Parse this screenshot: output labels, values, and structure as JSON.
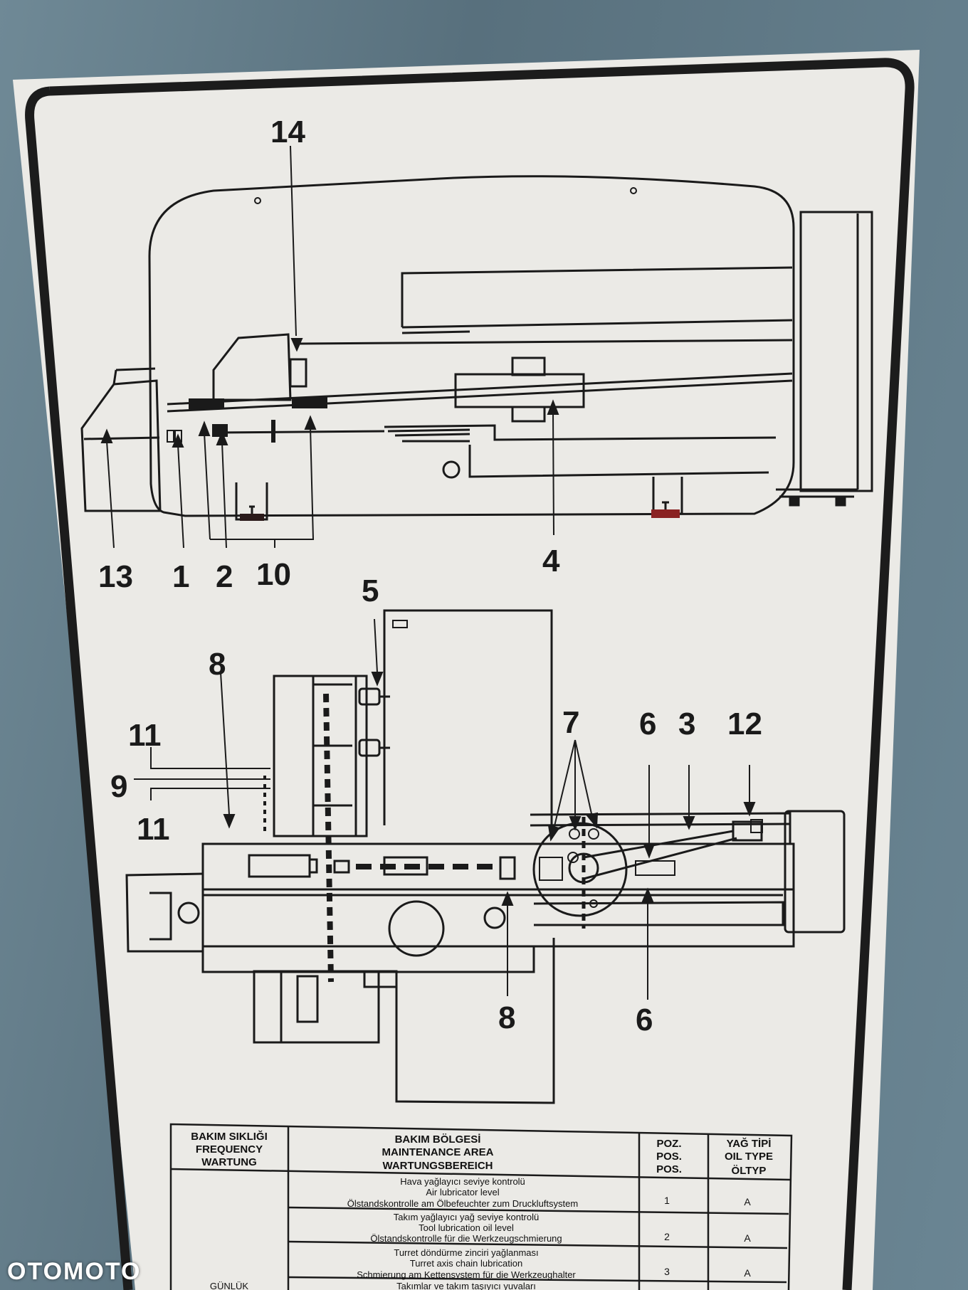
{
  "callouts": {
    "top": {
      "c14": "14",
      "c13": "13",
      "c1": "1",
      "c2": "2",
      "c10": "10",
      "c4": "4"
    },
    "bottom": {
      "c5": "5",
      "c8a": "8",
      "c11a": "11",
      "c9": "9",
      "c11b": "11",
      "c7": "7",
      "c6a": "6",
      "c3": "3",
      "c12": "12",
      "c8b": "8",
      "c6b": "6"
    }
  },
  "table": {
    "headers": {
      "frequency": [
        "BAKIM SIKLIĞI",
        "FREQUENCY",
        "WARTUNG"
      ],
      "area": [
        "BAKIM BÖLGESİ",
        "MAINTENANCE AREA",
        "WARTUNGSBEREICH"
      ],
      "pos": [
        "POZ.",
        "POS.",
        "POS."
      ],
      "oil": [
        "YAĞ TİPİ",
        "OIL TYPE",
        "ÖLTYP"
      ]
    },
    "rows": [
      {
        "area": [
          "Hava yağlayıcı seviye kontrolü",
          "Air lubricator level",
          "Ölstandskontrolle am Ölbefeuchter zum Druckluftsystem"
        ],
        "pos": "1",
        "oil": "A"
      },
      {
        "area": [
          "Takım yağlayıcı  yağ seviye kontrolü",
          "Tool lubrication oil level",
          "Ölstandskontrolle für die Werkzeugschmierung"
        ],
        "pos": "2",
        "oil": "A"
      },
      {
        "area": [
          "Turret döndürme zinciri yağlanması",
          "Turret axis chain lubrication",
          "Schmierung  am Kettensystem  für die Werkzeughalter"
        ],
        "pos": "3",
        "oil": "A"
      },
      {
        "area": [
          "Takımlar ve takım taşıyıcı yuvaları"
        ],
        "pos": "",
        "oil": ""
      }
    ],
    "frequency_partial": "GÜNLÜK"
  },
  "watermark": "OTOMOTO",
  "colors": {
    "paper": "#ebeae6",
    "ink": "#1a1a1a",
    "wall": "#5f7a87",
    "red_mark": "#8a2222"
  }
}
